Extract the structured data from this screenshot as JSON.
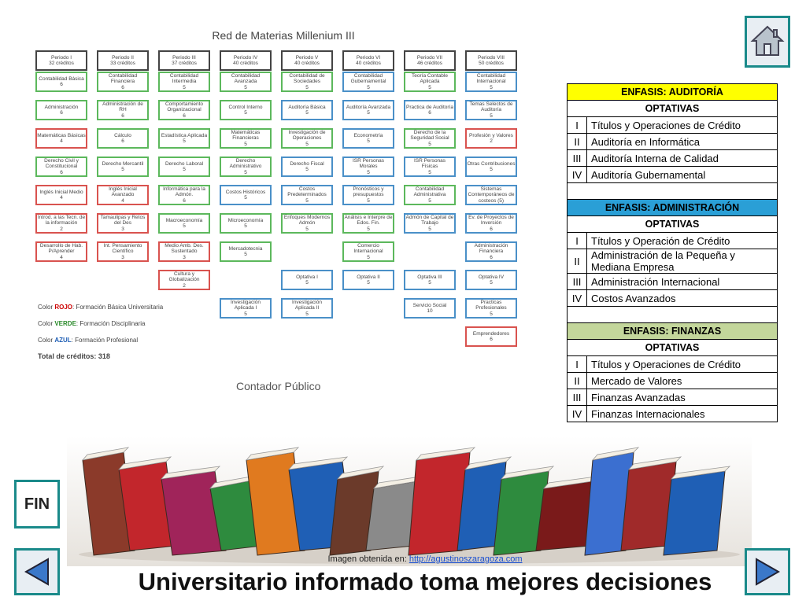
{
  "map": {
    "title": "Red de Materias Millenium III",
    "career": "Contador Público",
    "legend": {
      "rojo_prefix": "Color ",
      "rojo_word": "ROJO",
      "rojo_text": ": Formación Básica Universitaria",
      "verde_prefix": "Color ",
      "verde_word": "VERDE",
      "verde_text": ": Formación Disciplinaria",
      "azul_prefix": "Color ",
      "azul_word": "AZUL",
      "azul_text": ": Formación Profesional",
      "total": "Total de créditos: 318"
    },
    "columns": [
      {
        "header": "Periodo I\n32 créditos",
        "cells": [
          {
            "t": "Contabilidad Básica\n6",
            "c": "green"
          },
          {
            "t": "Administración\n6",
            "c": "green"
          },
          {
            "t": "Matemáticas Básicas\n4",
            "c": "red"
          },
          {
            "t": "Derecho Civil y Constitucional\n6",
            "c": "green"
          },
          {
            "t": "Inglés Inicial Medio\n4",
            "c": "red"
          },
          {
            "t": "Introd. a las Tecn. de la información\n2",
            "c": "red"
          },
          {
            "t": "Desarrollo de Hab. P/Aprender\n4",
            "c": "red"
          }
        ]
      },
      {
        "header": "Periodo II\n33 créditos",
        "cells": [
          {
            "t": "Contabilidad Financiera\n6",
            "c": "green"
          },
          {
            "t": "Administración de RH\n6",
            "c": "green"
          },
          {
            "t": "Cálculo\n6",
            "c": "green"
          },
          {
            "t": "Derecho Mercantil\n5",
            "c": "green"
          },
          {
            "t": "Inglés Inicial Avanzado\n4",
            "c": "red"
          },
          {
            "t": "Tamaulipas y Retos del Des\n3",
            "c": "red"
          },
          {
            "t": "Int. Pensamiento Científico\n3",
            "c": "red"
          }
        ]
      },
      {
        "header": "Periodo III\n37 créditos",
        "cells": [
          {
            "t": "Contabilidad Intermedia\n5",
            "c": "green"
          },
          {
            "t": "Comportamiento Organizacional\n6",
            "c": "green"
          },
          {
            "t": "Estadística Aplicada\n5",
            "c": "green"
          },
          {
            "t": "Derecho Laboral\n5",
            "c": "green"
          },
          {
            "t": "Informática para la Admón.\n6",
            "c": "green"
          },
          {
            "t": "Macroeconomía\n5",
            "c": "green"
          },
          {
            "t": "Medio Amb. Des. Sustentado\n3",
            "c": "red"
          },
          {
            "t": "Cultura y Globalización\n2",
            "c": "red"
          }
        ]
      },
      {
        "header": "Periodo IV\n40 créditos",
        "cells": [
          {
            "t": "Contabilidad Avanzada\n5",
            "c": "green"
          },
          {
            "t": "Control Interno\n5",
            "c": "green"
          },
          {
            "t": "Matemáticas Financieras\n5",
            "c": "green"
          },
          {
            "t": "Derecho Administrativo\n5",
            "c": "green"
          },
          {
            "t": "Costos Históricos\n5",
            "c": "blue"
          },
          {
            "t": "Microeconomía\n5",
            "c": "green"
          },
          {
            "t": "Mercadotecnia\n5",
            "c": "green"
          },
          {
            "t": "",
            "c": "none"
          },
          {
            "t": "Investigación Aplicada I\n5",
            "c": "blue"
          }
        ]
      },
      {
        "header": "Periodo V\n40 créditos",
        "cells": [
          {
            "t": "Contabilidad de Sociedades\n5",
            "c": "green"
          },
          {
            "t": "Auditoría Básica\n5",
            "c": "blue"
          },
          {
            "t": "Investigación de Operaciones\n5",
            "c": "green"
          },
          {
            "t": "Derecho Fiscal\n5",
            "c": "blue"
          },
          {
            "t": "Costos Predeterminados\n5",
            "c": "blue"
          },
          {
            "t": "Enfoques Modernos Admón\n5",
            "c": "green"
          },
          {
            "t": "",
            "c": "none"
          },
          {
            "t": "Optativa I\n5",
            "c": "blue"
          },
          {
            "t": "Investigación Aplicada II\n5",
            "c": "blue"
          }
        ]
      },
      {
        "header": "Periodo VI\n40 créditos",
        "cells": [
          {
            "t": "Contabilidad Gubernamental\n5",
            "c": "blue"
          },
          {
            "t": "Auditoría Avanzada\n5",
            "c": "blue"
          },
          {
            "t": "Econometría\n5",
            "c": "blue"
          },
          {
            "t": "ISR Personas Morales\n5",
            "c": "blue"
          },
          {
            "t": "Pronósticos y presupuestos\n5",
            "c": "blue"
          },
          {
            "t": "Análisis e Interpre de Edos. Fin.\n5",
            "c": "green"
          },
          {
            "t": "Comercio Internacional\n5",
            "c": "green"
          },
          {
            "t": "Optativa II\n5",
            "c": "blue"
          }
        ]
      },
      {
        "header": "Periodo VII\n46 créditos",
        "cells": [
          {
            "t": "Teoría Contable Aplicada\n5",
            "c": "green"
          },
          {
            "t": "Practica de Auditoría\n6",
            "c": "blue"
          },
          {
            "t": "Derecho de la Seguridad Social\n5",
            "c": "green"
          },
          {
            "t": "ISR Personas Físicas\n5",
            "c": "blue"
          },
          {
            "t": "Contabilidad Administrativa\n5",
            "c": "green"
          },
          {
            "t": "Admón de Capital de Trabajo\n5",
            "c": "blue"
          },
          {
            "t": "",
            "c": "none"
          },
          {
            "t": "Optativa III\n5",
            "c": "blue"
          },
          {
            "t": "Servicio Social\n10",
            "c": "blue"
          }
        ]
      },
      {
        "header": "Periodo VIII\n50 créditos",
        "cells": [
          {
            "t": "Contabilidad Internacional\n5",
            "c": "blue"
          },
          {
            "t": "Temas Selectos de Auditoría\n5",
            "c": "blue"
          },
          {
            "t": "Profesión y Valores\n2",
            "c": "red"
          },
          {
            "t": "Otras Contribuciones\n5",
            "c": "blue"
          },
          {
            "t": "Sistemas Contemporáneos de costeos (5)",
            "c": "blue"
          },
          {
            "t": "Ev. de Proyectos de Inversión\n6",
            "c": "blue"
          },
          {
            "t": "Administración Financiera\n6",
            "c": "blue"
          },
          {
            "t": "Optativa IV\n5",
            "c": "blue"
          },
          {
            "t": "Practicas Profesionales\n5",
            "c": "blue"
          },
          {
            "t": "Emprendedores\n6",
            "c": "red"
          }
        ]
      }
    ]
  },
  "table": {
    "colors": {
      "auditoria": "#ffff00",
      "administracion": "#2a9fd6",
      "finanzas": "#c3d69b"
    },
    "sections": [
      {
        "key": "auditoria",
        "title": "ENFASIS: AUDITORÍA",
        "subtitle": "OPTATIVAS",
        "rows": [
          {
            "n": "I",
            "t": "Títulos y Operaciones de Crédito"
          },
          {
            "n": "II",
            "t": "Auditoría en Informática"
          },
          {
            "n": "III",
            "t": "Auditoría Interna de Calidad"
          },
          {
            "n": "IV",
            "t": "Auditoría Gubernamental"
          }
        ]
      },
      {
        "key": "administracion",
        "title": "ENFASIS: ADMINISTRACIÓN",
        "subtitle": "OPTATIVAS",
        "rows": [
          {
            "n": "I",
            "t": "Títulos y Operación de Crédito"
          },
          {
            "n": "II",
            "t": "Administración de la Pequeña y Mediana Empresa"
          },
          {
            "n": "III",
            "t": "Administración Internacional"
          },
          {
            "n": "IV",
            "t": "Costos Avanzados"
          }
        ]
      },
      {
        "key": "finanzas",
        "title": "ENFASIS: FINANZAS",
        "subtitle": "OPTATIVAS",
        "rows": [
          {
            "n": "I",
            "t": "Títulos y Operaciones de Crédito"
          },
          {
            "n": "II",
            "t": "Mercado de Valores"
          },
          {
            "n": "III",
            "t": "Finanzas Avanzadas"
          },
          {
            "n": "IV",
            "t": "Finanzas Internacionales"
          }
        ]
      }
    ]
  },
  "nav": {
    "fin_label": "FIN"
  },
  "credit": {
    "prefix": "Imagen obtenida en: ",
    "link": "http://agustinoszaragoza.com"
  },
  "headline": "Universitario informado toma mejores decisiones",
  "icons": {
    "home": "home-icon",
    "prev": "arrow-left-icon",
    "next": "arrow-right-icon"
  }
}
